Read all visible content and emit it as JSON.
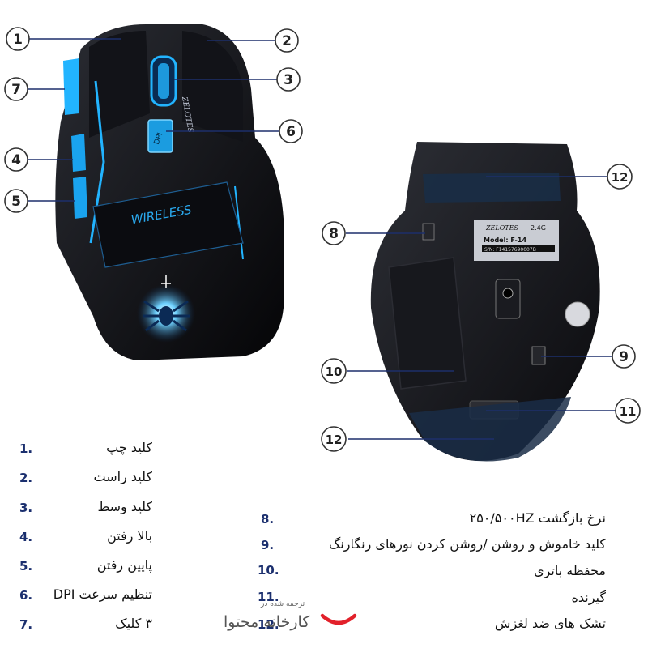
{
  "callouts": [
    "1",
    "2",
    "3",
    "4",
    "5",
    "6",
    "7",
    "8",
    "9",
    "10",
    "11",
    "12",
    "12"
  ],
  "mouse": {
    "top_brand": "ZELOTES",
    "wireless_label": "WIRELESS",
    "dpi_label": "DPI",
    "bottom_brand": "ZELOTES",
    "bottom_freq": "2.4G",
    "model_text": "Model: F-14",
    "sn_text": "S/N: F14157690007B"
  },
  "legend_left": [
    {
      "num": "1.",
      "text": "کلید چپ"
    },
    {
      "num": "2.",
      "text": "کلید راست"
    },
    {
      "num": "3.",
      "text": "کلید وسط"
    },
    {
      "num": "4.",
      "text": "بالا رفتن"
    },
    {
      "num": "5.",
      "text": "پایین رفتن"
    },
    {
      "num": "6.",
      "text": "تنظیم سرعت DPI"
    },
    {
      "num": "7.",
      "text": "۳ کلیک"
    }
  ],
  "legend_right": [
    {
      "num": "8.",
      "text": "نرخ بازگشت ۲۵۰/۵۰۰HZ"
    },
    {
      "num": "9.",
      "text": "کلید خاموش و روشن /روشن کردن نورهای رنگارنگ"
    },
    {
      "num": "10.",
      "text": "محفظه باتری"
    },
    {
      "num": "11.",
      "text": "گیرنده"
    },
    {
      "num": "12.",
      "text": "تشک های ضد لغزش"
    }
  ],
  "watermark": {
    "small": "ترجمه شده در",
    "big": "کارخانه محتوا",
    "accent_color": "#e2202a"
  },
  "colors": {
    "glow": "#22b4ff",
    "body": "#0d0e12",
    "line": "#1d2f6b"
  }
}
